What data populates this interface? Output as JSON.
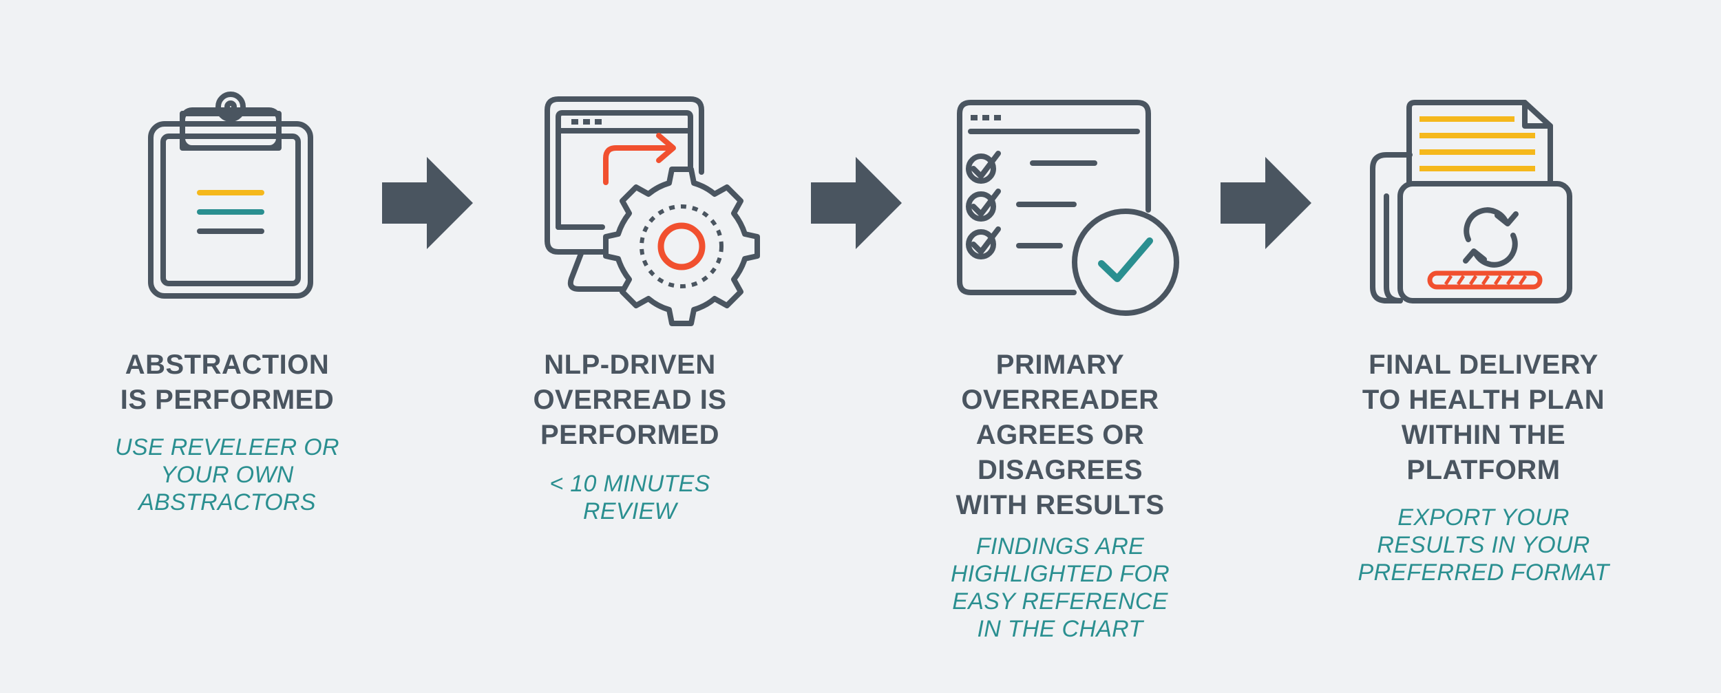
{
  "colors": {
    "background": "#f0f2f4",
    "icon": "#4a5560",
    "title": "#4a5560",
    "subtitle": "#2a8f90",
    "accent_orange": "#f1502f",
    "accent_yellow": "#f5b81c",
    "accent_teal": "#2a8f90"
  },
  "steps": [
    {
      "icon": "clipboard-icon",
      "title": "ABSTRACTION\nIS PERFORMED",
      "subtitle": "USE REVELEER OR\nYOUR OWN\nABSTRACTORS"
    },
    {
      "icon": "computer-gear-icon",
      "title": "NLP-DRIVEN\nOVERREAD IS\nPERFORMED",
      "subtitle": "< 10 MINUTES\nREVIEW"
    },
    {
      "icon": "checklist-check-icon",
      "title": "PRIMARY\nOVERREADER\nAGREES OR\nDISAGREES\nWITH RESULTS",
      "subtitle": "FINDINGS ARE\nHIGHLIGHTED FOR\nEASY REFERENCE\nIN THE CHART"
    },
    {
      "icon": "document-sync-icon",
      "title": "FINAL DELIVERY\nTO HEALTH PLAN\nWITHIN THE\nPLATFORM",
      "subtitle": "EXPORT YOUR\nRESULTS IN YOUR\nPREFERRED FORMAT"
    }
  ],
  "connectors": [
    "arrow-right-icon",
    "arrow-right-icon",
    "arrow-right-icon"
  ]
}
